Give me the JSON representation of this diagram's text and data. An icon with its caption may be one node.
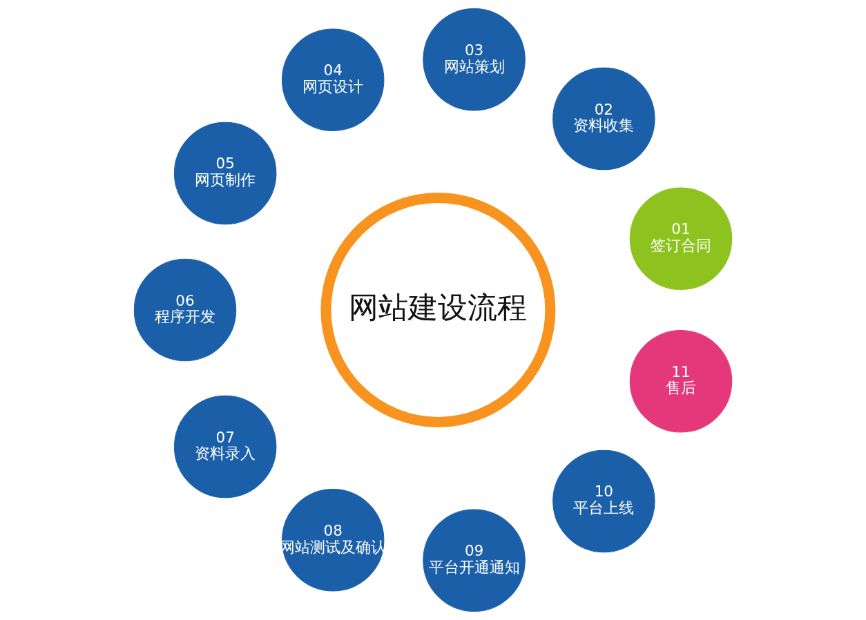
{
  "diagram": {
    "nodes": [
      {
        "text": [
          "网站建设流程"
        ]
      },
      {
        "text": [
          "01",
          "签订合同"
        ]
      },
      {
        "text": [
          "02",
          "资料收集"
        ]
      },
      {
        "text": [
          "03",
          "网站策划"
        ]
      },
      {
        "text": [
          "04",
          "网页设计"
        ]
      },
      {
        "text": [
          "05",
          "网页制作"
        ]
      },
      {
        "text": [
          "06",
          "程序开发"
        ]
      },
      {
        "text": [
          "07",
          "资料录入"
        ]
      },
      {
        "text": [
          "08",
          "网站测试及确认"
        ]
      },
      {
        "text": [
          "09",
          "平台开通通知"
        ]
      },
      {
        "text": [
          "10",
          "平台上线"
        ]
      },
      {
        "text": [
          "11",
          "售后"
        ]
      }
    ],
    "edges": []
  }
}
